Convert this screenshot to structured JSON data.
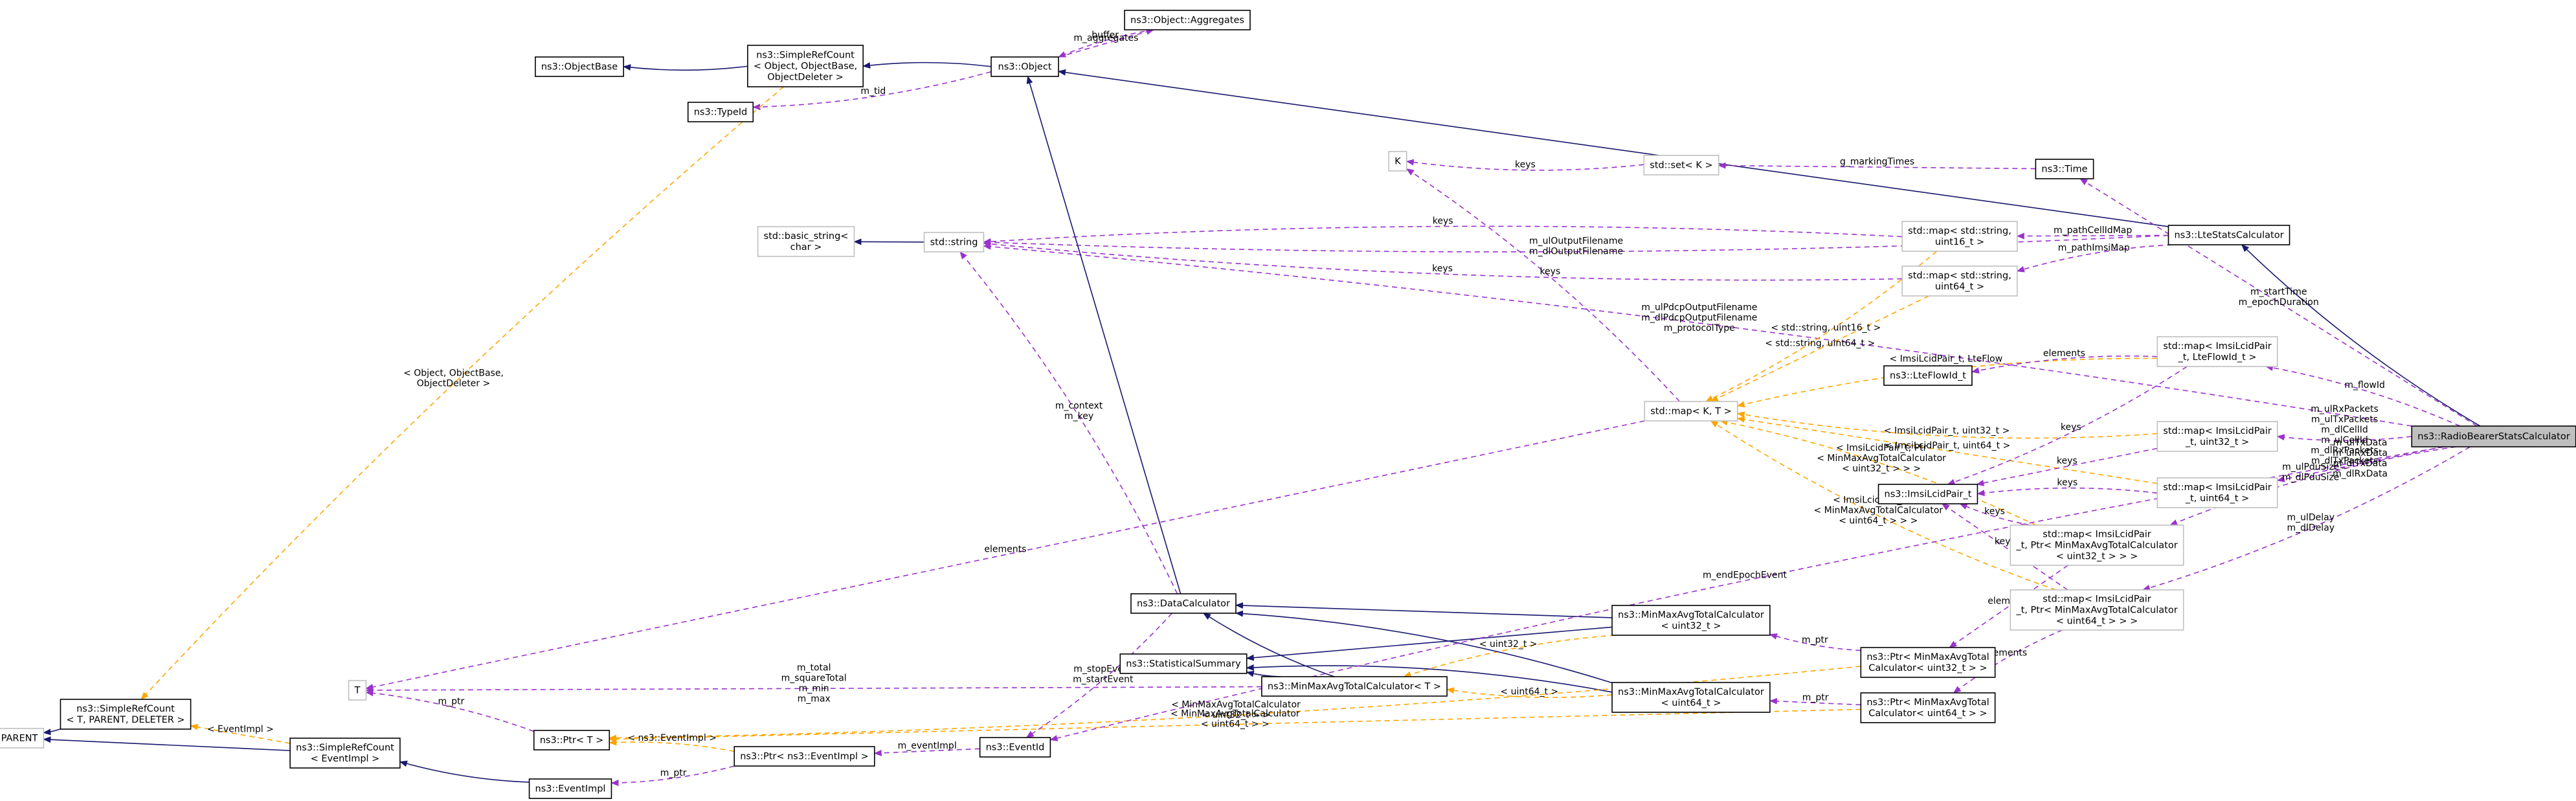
{
  "diagram": {
    "title": "ns3::RadioBearerStatsCalculator collaboration graph",
    "colors": {
      "inheritance": "#191970",
      "usage": "#9a32cd",
      "template": "#ffa500",
      "focus_fill": "#bfbfbf",
      "external_border": "#bfbfbf"
    },
    "nodes": [
      {
        "id": "radiobearer",
        "lines": [
          "ns3::RadioBearerStatsCalculator"
        ],
        "kind": "focus"
      },
      {
        "id": "ltestats",
        "lines": [
          "ns3::LteStatsCalculator"
        ],
        "kind": "class"
      },
      {
        "id": "object",
        "lines": [
          "ns3::Object"
        ],
        "kind": "class"
      },
      {
        "id": "aggregates",
        "lines": [
          "ns3::Object::Aggregates"
        ],
        "kind": "class"
      },
      {
        "id": "srcobj",
        "lines": [
          "ns3::SimpleRefCount",
          "< Object, ObjectBase,",
          "ObjectDeleter >"
        ],
        "kind": "class"
      },
      {
        "id": "objectbase",
        "lines": [
          "ns3::ObjectBase"
        ],
        "kind": "class"
      },
      {
        "id": "typeid",
        "lines": [
          "ns3::TypeId"
        ],
        "kind": "class"
      },
      {
        "id": "time",
        "lines": [
          "ns3::Time"
        ],
        "kind": "class"
      },
      {
        "id": "setk",
        "lines": [
          "std::set< K >"
        ],
        "kind": "external"
      },
      {
        "id": "k",
        "lines": [
          "K"
        ],
        "kind": "external"
      },
      {
        "id": "string",
        "lines": [
          "std::string"
        ],
        "kind": "external"
      },
      {
        "id": "basicstring",
        "lines": [
          "std::basic_string<",
          "char >"
        ],
        "kind": "external"
      },
      {
        "id": "mapstr16",
        "lines": [
          "std::map< std::string,",
          "uint16_t >"
        ],
        "kind": "external"
      },
      {
        "id": "mapstr64",
        "lines": [
          "std::map< std::string,",
          "uint64_t >"
        ],
        "kind": "external"
      },
      {
        "id": "mapkt",
        "lines": [
          "std::map< K, T >"
        ],
        "kind": "external"
      },
      {
        "id": "mapflow",
        "lines": [
          "std::map< ImsiLcidPair",
          "_t, LteFlowId_t >"
        ],
        "kind": "external"
      },
      {
        "id": "map32",
        "lines": [
          "std::map< ImsiLcidPair",
          "_t, uint32_t >"
        ],
        "kind": "external"
      },
      {
        "id": "map64",
        "lines": [
          "std::map< ImsiLcidPair",
          "_t, uint64_t >"
        ],
        "kind": "external"
      },
      {
        "id": "mapptr32",
        "lines": [
          "std::map< ImsiLcidPair",
          "_t, Ptr< MinMaxAvgTotalCalculator",
          "< uint32_t > > >"
        ],
        "kind": "external"
      },
      {
        "id": "mapptr64",
        "lines": [
          "std::map< ImsiLcidPair",
          "_t, Ptr< MinMaxAvgTotalCalculator",
          "< uint64_t > > >"
        ],
        "kind": "external"
      },
      {
        "id": "flowid",
        "lines": [
          "ns3::LteFlowId_t"
        ],
        "kind": "class"
      },
      {
        "id": "imsilcid",
        "lines": [
          "ns3::ImsiLcidPair_t"
        ],
        "kind": "class"
      },
      {
        "id": "ptrmm32",
        "lines": [
          "ns3::Ptr< MinMaxAvgTotal",
          "Calculator< uint32_t > >"
        ],
        "kind": "class"
      },
      {
        "id": "ptrmm64",
        "lines": [
          "ns3::Ptr< MinMaxAvgTotal",
          "Calculator< uint64_t > >"
        ],
        "kind": "class"
      },
      {
        "id": "mm32",
        "lines": [
          "ns3::MinMaxAvgTotalCalculator",
          "< uint32_t >"
        ],
        "kind": "class"
      },
      {
        "id": "mm64",
        "lines": [
          "ns3::MinMaxAvgTotalCalculator",
          "< uint64_t >"
        ],
        "kind": "class"
      },
      {
        "id": "mmt",
        "lines": [
          "ns3::MinMaxAvgTotalCalculator< T >"
        ],
        "kind": "class"
      },
      {
        "id": "datacalc",
        "lines": [
          "ns3::DataCalculator"
        ],
        "kind": "class"
      },
      {
        "id": "statsum",
        "lines": [
          "ns3::StatisticalSummary"
        ],
        "kind": "class"
      },
      {
        "id": "t",
        "lines": [
          "T"
        ],
        "kind": "external"
      },
      {
        "id": "eventid",
        "lines": [
          "ns3::EventId"
        ],
        "kind": "class"
      },
      {
        "id": "ptrevent",
        "lines": [
          "ns3::Ptr< ns3::EventImpl >"
        ],
        "kind": "class"
      },
      {
        "id": "ptrt",
        "lines": [
          "ns3::Ptr< T >"
        ],
        "kind": "class"
      },
      {
        "id": "eventimpl",
        "lines": [
          "ns3::EventImpl"
        ],
        "kind": "class"
      },
      {
        "id": "srcevent",
        "lines": [
          "ns3::SimpleRefCount",
          "< EventImpl >"
        ],
        "kind": "class"
      },
      {
        "id": "srctpd",
        "lines": [
          "ns3::SimpleRefCount",
          "< T, PARENT, DELETER >"
        ],
        "kind": "class"
      },
      {
        "id": "parent",
        "lines": [
          "PARENT"
        ],
        "kind": "external"
      }
    ],
    "edges": [
      {
        "from": "ltestats",
        "to": "radiobearer",
        "type": "inherit",
        "label": []
      },
      {
        "from": "object",
        "to": "ltestats",
        "type": "inherit",
        "label": []
      },
      {
        "from": "srcobj",
        "to": "object",
        "type": "inherit",
        "label": []
      },
      {
        "from": "objectbase",
        "to": "srcobj",
        "type": "inherit",
        "label": []
      },
      {
        "from": "aggregates",
        "to": "object",
        "type": "usage",
        "label": [
          "m_aggregates"
        ]
      },
      {
        "from": "object",
        "to": "aggregates",
        "type": "usage",
        "label": [
          "buffer"
        ]
      },
      {
        "from": "typeid",
        "to": "object",
        "type": "usage",
        "label": [
          "m_tid"
        ]
      },
      {
        "from": "time",
        "to": "radiobearer",
        "type": "usage",
        "label": [
          "m_startTime",
          "m_epochDuration"
        ]
      },
      {
        "from": "string",
        "to": "radiobearer",
        "type": "usage",
        "label": [
          "m_ulPdcpOutputFilename",
          "m_dlPdcpOutputFilename",
          "m_protocolType"
        ]
      },
      {
        "from": "string",
        "to": "ltestats",
        "type": "usage",
        "label": [
          "m_ulOutputFilename",
          "m_dlOutputFilename"
        ]
      },
      {
        "from": "basicstring",
        "to": "string",
        "type": "inherit",
        "label": []
      },
      {
        "from": "string",
        "to": "mapstr16",
        "type": "usage",
        "label": [
          "keys"
        ]
      },
      {
        "from": "string",
        "to": "mapstr64",
        "type": "usage",
        "label": [
          "keys"
        ]
      },
      {
        "from": "mapstr16",
        "to": "ltestats",
        "type": "usage",
        "label": [
          "m_pathCellIdMap"
        ]
      },
      {
        "from": "mapstr64",
        "to": "ltestats",
        "type": "usage",
        "label": [
          "m_pathImsiMap"
        ]
      },
      {
        "from": "k",
        "to": "setk",
        "type": "usage",
        "label": [
          "keys"
        ]
      },
      {
        "from": "setk",
        "to": "time",
        "type": "usage",
        "label": [
          "g_markingTimes"
        ]
      },
      {
        "from": "k",
        "to": "mapkt",
        "type": "usage",
        "label": [
          "keys"
        ]
      },
      {
        "from": "mapkt",
        "to": "mapstr16",
        "type": "template",
        "label": [
          "< std::string, uint16_t >"
        ]
      },
      {
        "from": "mapkt",
        "to": "mapstr64",
        "type": "template",
        "label": [
          "< std::string, uint64_t >"
        ]
      },
      {
        "from": "mapkt",
        "to": "mapflow",
        "type": "template",
        "label": [
          "< ImsiLcidPair_t, LteFlow",
          "Id_t >"
        ]
      },
      {
        "from": "mapkt",
        "to": "map32",
        "type": "template",
        "label": [
          "< ImsiLcidPair_t, uint32_t >"
        ]
      },
      {
        "from": "mapkt",
        "to": "map64",
        "type": "template",
        "label": [
          "< ImsiLcidPair_t, uint64_t >"
        ]
      },
      {
        "from": "mapkt",
        "to": "mapptr32",
        "type": "template",
        "label": [
          "< ImsiLcidPair_t, Ptr",
          "< MinMaxAvgTotalCalculator",
          "< uint32_t > > >"
        ]
      },
      {
        "from": "mapkt",
        "to": "mapptr64",
        "type": "template",
        "label": [
          "< ImsiLcidPair_t, Ptr",
          "< MinMaxAvgTotalCalculator",
          "< uint64_t > > >"
        ]
      },
      {
        "from": "t",
        "to": "mapkt",
        "type": "usage",
        "label": [
          "elements"
        ]
      },
      {
        "from": "flowid",
        "to": "mapflow",
        "type": "usage",
        "label": [
          "elements"
        ]
      },
      {
        "from": "imsilcid",
        "to": "mapflow",
        "type": "usage",
        "label": [
          "keys"
        ]
      },
      {
        "from": "imsilcid",
        "to": "map32",
        "type": "usage",
        "label": [
          "keys"
        ]
      },
      {
        "from": "imsilcid",
        "to": "map64",
        "type": "usage",
        "label": [
          "keys"
        ]
      },
      {
        "from": "imsilcid",
        "to": "mapptr32",
        "type": "usage",
        "label": [
          "keys"
        ]
      },
      {
        "from": "imsilcid",
        "to": "mapptr64",
        "type": "usage",
        "label": [
          "keys"
        ]
      },
      {
        "from": "mapflow",
        "to": "radiobearer",
        "type": "usage",
        "label": [
          "m_flowId"
        ]
      },
      {
        "from": "map32",
        "to": "radiobearer",
        "type": "usage",
        "label": [
          "m_ulRxPackets",
          "m_ulTxPackets",
          "m_dlCellId",
          "m_ulCellId",
          "m_dlRxPackets",
          "m_dlTxPackets"
        ]
      },
      {
        "from": "map64",
        "to": "radiobearer",
        "type": "usage",
        "label": [
          "m_ulTxData",
          "m_ulRxData",
          "m_dlTxData",
          "m_dlRxData"
        ]
      },
      {
        "from": "mapptr32",
        "to": "radiobearer",
        "type": "usage",
        "label": [
          "m_ulPduSize",
          "m_dlPduSize"
        ]
      },
      {
        "from": "mapptr64",
        "to": "radiobearer",
        "type": "usage",
        "label": [
          "m_ulDelay",
          "m_dlDelay"
        ]
      },
      {
        "from": "ptrmm32",
        "to": "mapptr32",
        "type": "usage",
        "label": [
          "elements"
        ]
      },
      {
        "from": "ptrmm64",
        "to": "mapptr64",
        "type": "usage",
        "label": [
          "elements"
        ]
      },
      {
        "from": "mm32",
        "to": "ptrmm32",
        "type": "usage",
        "label": [
          "m_ptr"
        ]
      },
      {
        "from": "mm64",
        "to": "ptrmm64",
        "type": "usage",
        "label": [
          "m_ptr"
        ]
      },
      {
        "from": "mmt",
        "to": "mm32",
        "type": "template",
        "label": [
          "< uint32_t >"
        ]
      },
      {
        "from": "mmt",
        "to": "mm64",
        "type": "template",
        "label": [
          "< uint64_t >"
        ]
      },
      {
        "from": "datacalc",
        "to": "mm32",
        "type": "inherit",
        "label": []
      },
      {
        "from": "datacalc",
        "to": "mm64",
        "type": "inherit",
        "label": []
      },
      {
        "from": "datacalc",
        "to": "mmt",
        "type": "inherit",
        "label": []
      },
      {
        "from": "statsum",
        "to": "mm32",
        "type": "inherit",
        "label": []
      },
      {
        "from": "statsum",
        "to": "mm64",
        "type": "inherit",
        "label": []
      },
      {
        "from": "statsum",
        "to": "mmt",
        "type": "inherit",
        "label": []
      },
      {
        "from": "object",
        "to": "datacalc",
        "type": "inherit",
        "label": []
      },
      {
        "from": "string",
        "to": "datacalc",
        "type": "usage",
        "label": [
          "m_context",
          "m_key"
        ]
      },
      {
        "from": "eventid",
        "to": "datacalc",
        "type": "usage",
        "label": [
          "m_stopEvent",
          "m_startEvent"
        ]
      },
      {
        "from": "t",
        "to": "mmt",
        "type": "usage",
        "label": [
          "m_total",
          "m_squareTotal",
          "m_min",
          "m_max"
        ]
      },
      {
        "from": "t",
        "to": "ptrt",
        "type": "usage",
        "label": [
          "m_ptr"
        ]
      },
      {
        "from": "ptrt",
        "to": "ptrmm32",
        "type": "template",
        "label": [
          "< MinMaxAvgTotalCalculator",
          "< uint32_t > >"
        ]
      },
      {
        "from": "ptrt",
        "to": "ptrmm64",
        "type": "template",
        "label": [
          "< MinMaxAvgTotalCalculator",
          "< uint64_t > >"
        ]
      },
      {
        "from": "ptrt",
        "to": "ptrevent",
        "type": "template",
        "label": [
          "< ns3::EventImpl >"
        ]
      },
      {
        "from": "eventimpl",
        "to": "ptrevent",
        "type": "usage",
        "label": [
          "m_ptr"
        ]
      },
      {
        "from": "ptrevent",
        "to": "eventid",
        "type": "usage",
        "label": [
          "m_eventImpl"
        ]
      },
      {
        "from": "eventid",
        "to": "radiobearer",
        "type": "usage",
        "label": [
          "m_endEpochEvent"
        ]
      },
      {
        "from": "srcevent",
        "to": "eventimpl",
        "type": "inherit",
        "label": []
      },
      {
        "from": "srctpd",
        "to": "srcevent",
        "type": "template",
        "label": [
          "< EventImpl >"
        ]
      },
      {
        "from": "srctpd",
        "to": "srcobj",
        "type": "template",
        "label": [
          "< Object, ObjectBase,",
          "ObjectDeleter >"
        ]
      },
      {
        "from": "parent",
        "to": "srctpd",
        "type": "inherit",
        "label": []
      },
      {
        "from": "parent",
        "to": "srcevent",
        "type": "inherit",
        "label": []
      }
    ]
  }
}
